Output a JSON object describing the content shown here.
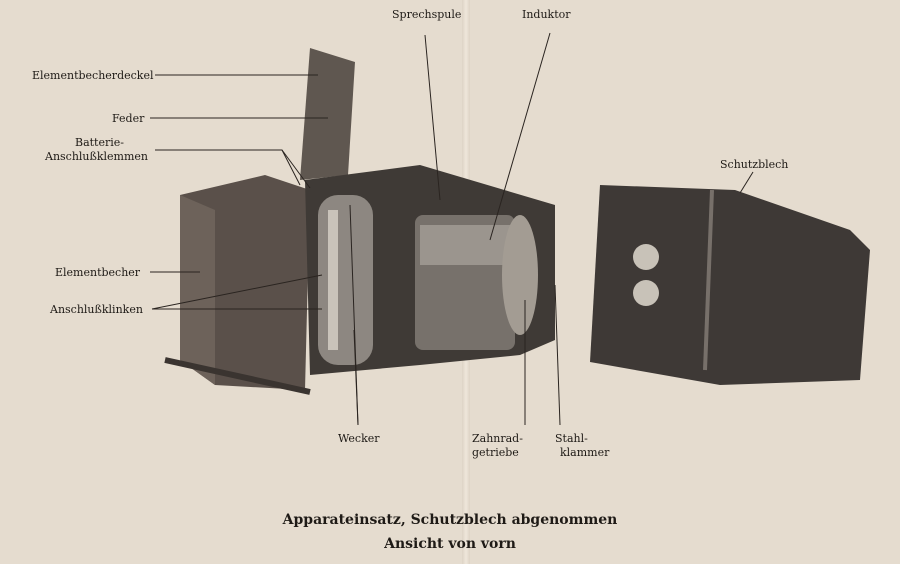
{
  "labels": {
    "elementbecherdeckel": "Elementbecherdeckel",
    "feder": "Feder",
    "batterie_1": "Batterie-",
    "batterie_2": "Anschlußklemmen",
    "elementbecher": "Elementbecher",
    "anschlussklinken": "Anschlußklinken",
    "sprechspule": "Sprechspule",
    "induktor": "Induktor",
    "schutzblech": "Schutzblech",
    "wecker": "Wecker",
    "zahnrad_1": "Zahnrad-",
    "zahnrad_2": "getriebe",
    "stahl_1": "Stahl-",
    "stahl_2": "klammer"
  },
  "caption": {
    "line1": "Apparateinsatz, Schutzblech abgenommen",
    "line2": "Ansicht von vorn"
  },
  "colors": {
    "paper": "#e5dccf",
    "metal": "#4a4440"
  }
}
